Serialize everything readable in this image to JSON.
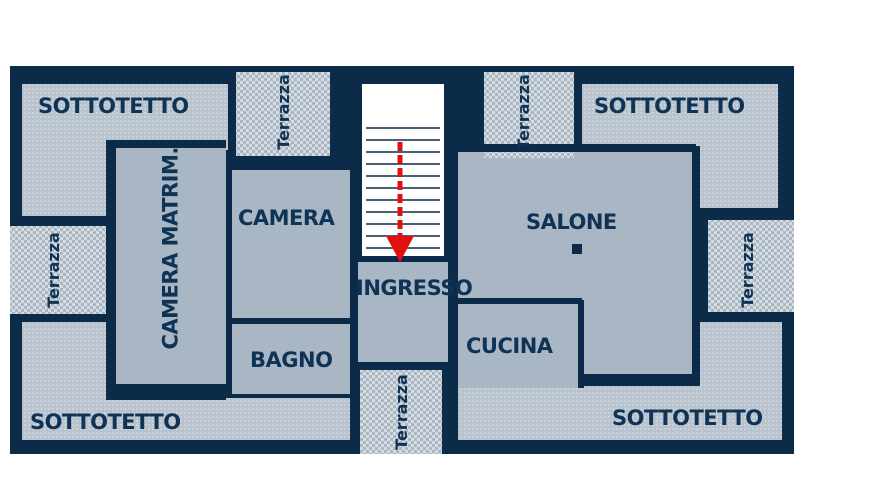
{
  "colors": {
    "wall": "#0c2b48",
    "floor": "#a9b7c5",
    "terrace": "#cdd5dc",
    "label": "#0f3355",
    "arrow": "#e01010",
    "background": "#ffffff"
  },
  "labels": {
    "attic_tl": "SOTTOTETTO",
    "attic_tr": "SOTTOTETTO",
    "attic_bl": "SOTTOTETTO",
    "attic_br": "SOTTOTETTO",
    "terrace_top_left": "Terrazza",
    "terrace_top_right": "Terrazza",
    "terrace_left": "Terrazza",
    "terrace_right": "Terrazza",
    "terrace_bottom": "Terrazza",
    "camera_matrim": "CAMERA MATRIM.",
    "camera": "CAMERA",
    "bagno": "BAGNO",
    "ingresso": "INGRESSO",
    "salone": "SALONE",
    "cucina": "CUCINA"
  },
  "icons": {
    "entrance_arrow": "entrance-arrow-icon",
    "stairs": "staircase-icon"
  }
}
